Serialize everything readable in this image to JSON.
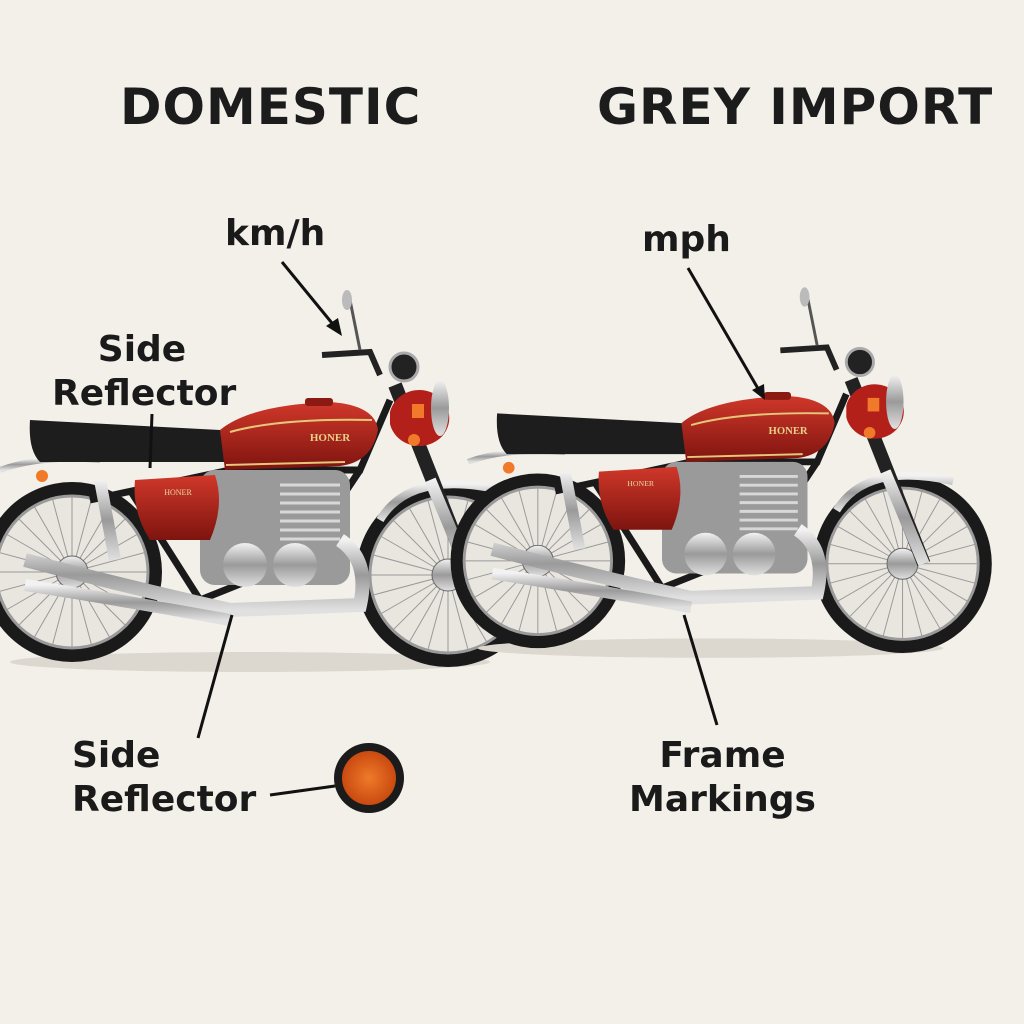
{
  "headings": {
    "left": "DOMESTIC",
    "right": "GREY IMPORT"
  },
  "labels": {
    "kmh": "km/h",
    "side_reflector_top": [
      "Side",
      "Reflector"
    ],
    "side_reflector_bottom": [
      "Side",
      "Reflector"
    ],
    "mph": "mph",
    "frame_markings": [
      "Frame",
      "Markings"
    ]
  },
  "bikes": [
    {
      "tank_brand": "HONER"
    },
    {
      "tank_brand": "HONER"
    }
  ],
  "colors": {
    "background": "#f3f0ea",
    "tank": "#b3201a",
    "reflector": "#e2621b",
    "text": "#1c1c1c"
  }
}
